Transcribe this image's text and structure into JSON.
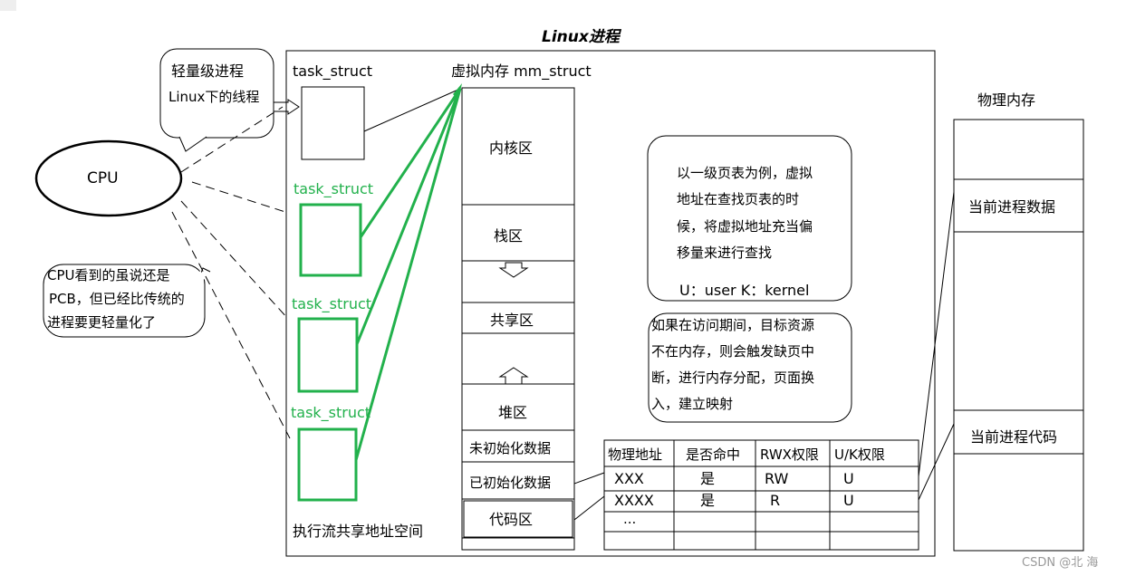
{
  "title": "Linux进程",
  "cpu_label": "CPU",
  "bubble_lightweight": {
    "line1": "轻量级进程",
    "line2": "Linux下的线程"
  },
  "bubble_cpu_note": {
    "line1": "CPU看到的虽说还是",
    "line2": "PCB，但已经比传统的",
    "line3": "进程要更轻量化了"
  },
  "task_structs": [
    "task_struct",
    "task_struct",
    "task_struct",
    "task_struct"
  ],
  "shared_space_label": "执行流共享地址空间",
  "mm_struct_label": "虚拟内存 mm_struct",
  "vm_regions": {
    "kernel": "内核区",
    "stack": "栈区",
    "shared": "共享区",
    "heap": "堆区",
    "bss": "未初始化数据",
    "data": "已初始化数据",
    "code": "代码区"
  },
  "note_pagetable": {
    "line1": "以一级页表为例，虚拟",
    "line2": "地址在查找页表的时",
    "line3": "候，将虚拟地址充当偏",
    "line4": "移量来进行查找",
    "line5": "U：user  K：kernel"
  },
  "note_pagefault": {
    "line1": "如果在访问期间，目标资源",
    "line2": "不在内存，则会触发缺页中",
    "line3": "断，进行内存分配，页面换",
    "line4": "入，建立映射"
  },
  "page_table": {
    "headers": [
      "物理地址",
      "是否命中",
      "RWX权限",
      "U/K权限"
    ],
    "rows": [
      [
        "XXX",
        "是",
        "RW",
        "U"
      ],
      [
        "XXXX",
        "是",
        "R",
        "U"
      ],
      [
        "...",
        "",
        "",
        ""
      ]
    ]
  },
  "physical_memory": {
    "label": "物理内存",
    "data_block": "当前进程数据",
    "code_block": "当前进程代码"
  },
  "watermark": "CSDN @北    海",
  "colors": {
    "thread_green": "#22b14c",
    "line": "#000000"
  }
}
